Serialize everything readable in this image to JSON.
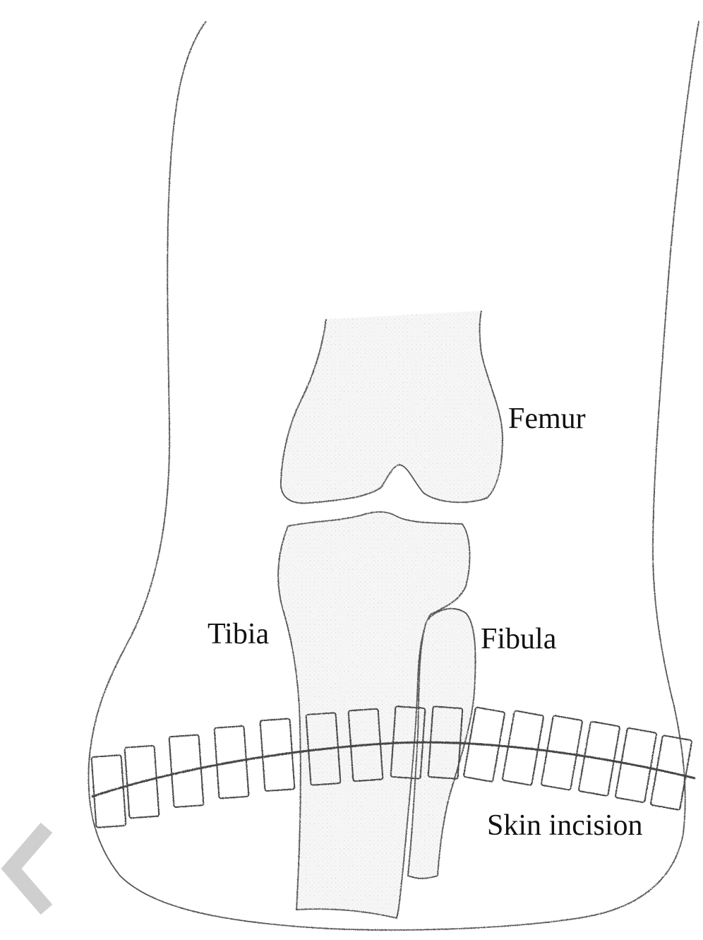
{
  "labels": {
    "femur": "Femur",
    "tibia": "Tibia",
    "fibula": "Fibula",
    "skin_incision": "Skin incision"
  },
  "stroke_color": "#555555",
  "bone_fill": "#f4f4f4",
  "nav_chevron_color": "#cfcfcf",
  "icons": {
    "nav": "chevron-left-icon"
  }
}
